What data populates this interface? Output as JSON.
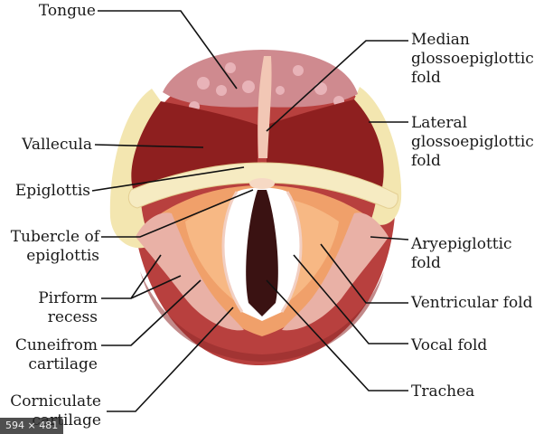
{
  "diagram": {
    "labels": {
      "tongue": "Tongue",
      "median_gef": [
        "Median",
        "glossoepiglottic",
        "fold"
      ],
      "vallecula": "Vallecula",
      "lateral_gef": [
        "Lateral",
        "glossoepiglottic",
        "fold"
      ],
      "epiglottis": "Epiglottis",
      "tubercle": [
        "Tubercle of",
        "epiglottis"
      ],
      "aryepiglottic": [
        "Aryepiglottic",
        "fold"
      ],
      "pirform": [
        "Pirform",
        "recess"
      ],
      "ventricular": "Ventricular fold",
      "cuneiform": [
        "Cuneifrom",
        "cartilage"
      ],
      "vocal": "Vocal fold",
      "corniculate": [
        "Corniculate",
        "cartilage"
      ],
      "trachea": "Trachea"
    },
    "colors": {
      "outer_ring": "#c0504d",
      "tongue": "#cf8a8f",
      "tongue_spots": "#e8b3b8",
      "vallecula": "#8e1f1f",
      "epiglottis": "#f6ebc2",
      "inlet": "#f0a06a",
      "folds": "#e9b1a6",
      "trachea": "#3a1212"
    }
  },
  "overlay": {
    "size_badge": "594 × 481"
  }
}
